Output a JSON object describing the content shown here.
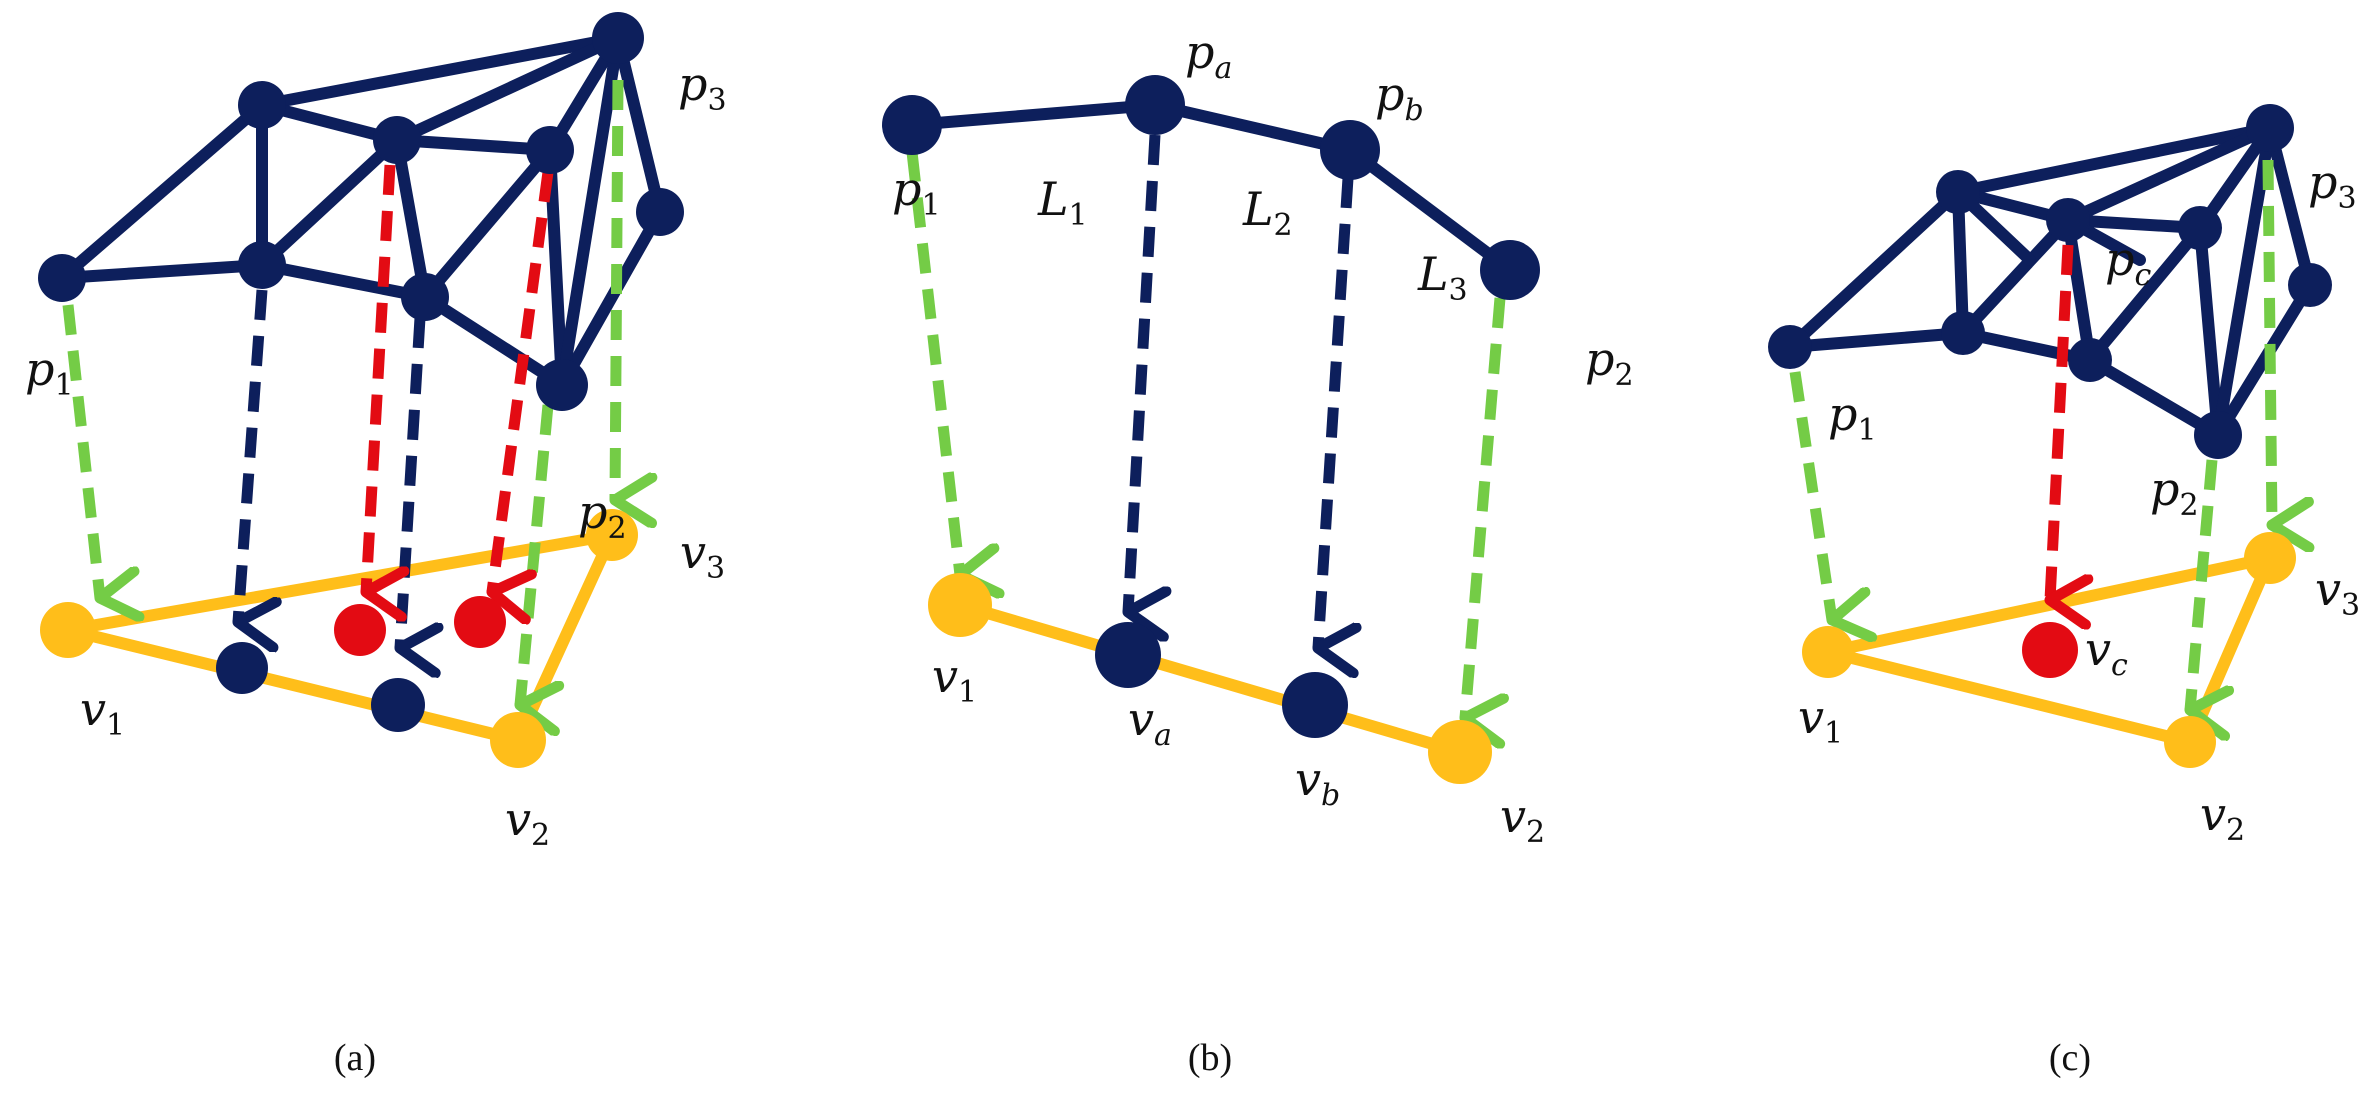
{
  "colors": {
    "mesh": "#0d1f5c",
    "plane": "#ffbe1a",
    "green_arrow": "#74cc46",
    "red": "#e30b13",
    "label": "#111111"
  },
  "panels": [
    {
      "id": "a",
      "caption": "(a)",
      "labels": [
        {
          "base": "p",
          "sub": "1"
        },
        {
          "base": "p",
          "sub": "2"
        },
        {
          "base": "p",
          "sub": "3"
        },
        {
          "base": "v",
          "sub": "1"
        },
        {
          "base": "v",
          "sub": "2"
        },
        {
          "base": "v",
          "sub": "3"
        }
      ]
    },
    {
      "id": "b",
      "caption": "(b)",
      "labels": [
        {
          "base": "p",
          "sub": "a"
        },
        {
          "base": "p",
          "sub": "b"
        },
        {
          "base": "p",
          "sub": "1"
        },
        {
          "base": "p",
          "sub": "2"
        },
        {
          "base": "L",
          "sub": "1"
        },
        {
          "base": "L",
          "sub": "2"
        },
        {
          "base": "L",
          "sub": "3"
        },
        {
          "base": "v",
          "sub": "1"
        },
        {
          "base": "v",
          "sub": "a"
        },
        {
          "base": "v",
          "sub": "b"
        },
        {
          "base": "v",
          "sub": "2"
        }
      ]
    },
    {
      "id": "c",
      "caption": "(c)",
      "labels": [
        {
          "base": "p",
          "sub": "3"
        },
        {
          "base": "p",
          "sub": "c"
        },
        {
          "base": "p",
          "sub": "1"
        },
        {
          "base": "p",
          "sub": "2"
        },
        {
          "base": "v",
          "sub": "3"
        },
        {
          "base": "v",
          "sub": "c"
        },
        {
          "base": "v",
          "sub": "1"
        },
        {
          "base": "v",
          "sub": "2"
        }
      ]
    }
  ]
}
